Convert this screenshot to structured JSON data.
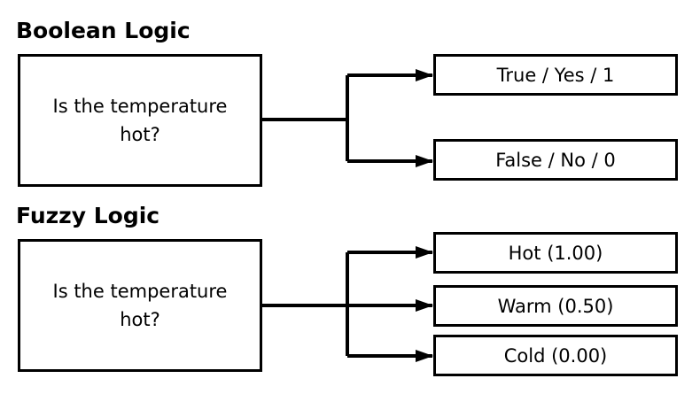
{
  "boolean": {
    "heading": "Boolean Logic",
    "question": "Is the temperature hot?",
    "outputs": [
      "True / Yes / 1",
      "False / No / 0"
    ]
  },
  "fuzzy": {
    "heading": "Fuzzy Logic",
    "question": "Is the temperature hot?",
    "outputs": [
      "Hot (1.00)",
      "Warm (0.50)",
      "Cold (0.00)"
    ]
  }
}
